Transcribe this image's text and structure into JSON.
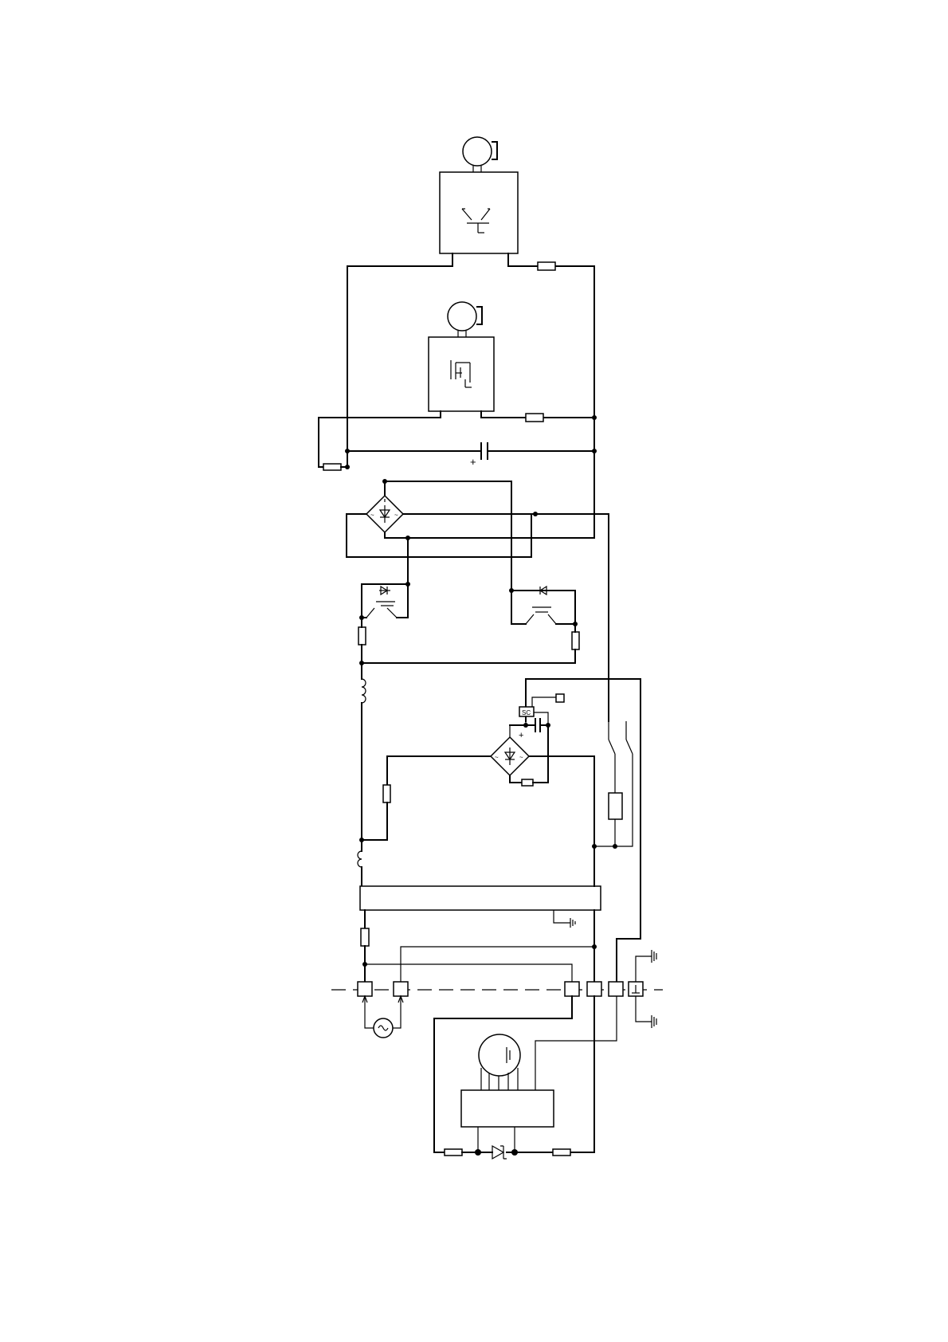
{
  "page": {
    "background": "#ffffff",
    "ink": "#000000"
  },
  "diagram": {
    "symbols": [
      "motor-symbol",
      "phototransistor-symbol",
      "mosfet-symbol",
      "resistor-symbol",
      "polarized-capacitor-symbol",
      "bridge-rectifier-symbol",
      "transistor-symbol",
      "diode-symbol",
      "inductor-symbol",
      "switch-symbol",
      "terminal-symbol",
      "ac-source-symbol",
      "ground-symbol",
      "zener-diode-symbol"
    ],
    "labels": {
      "capacitor_plus": "+",
      "small_capacitor_plus": "+",
      "ic_label": "SC"
    }
  }
}
